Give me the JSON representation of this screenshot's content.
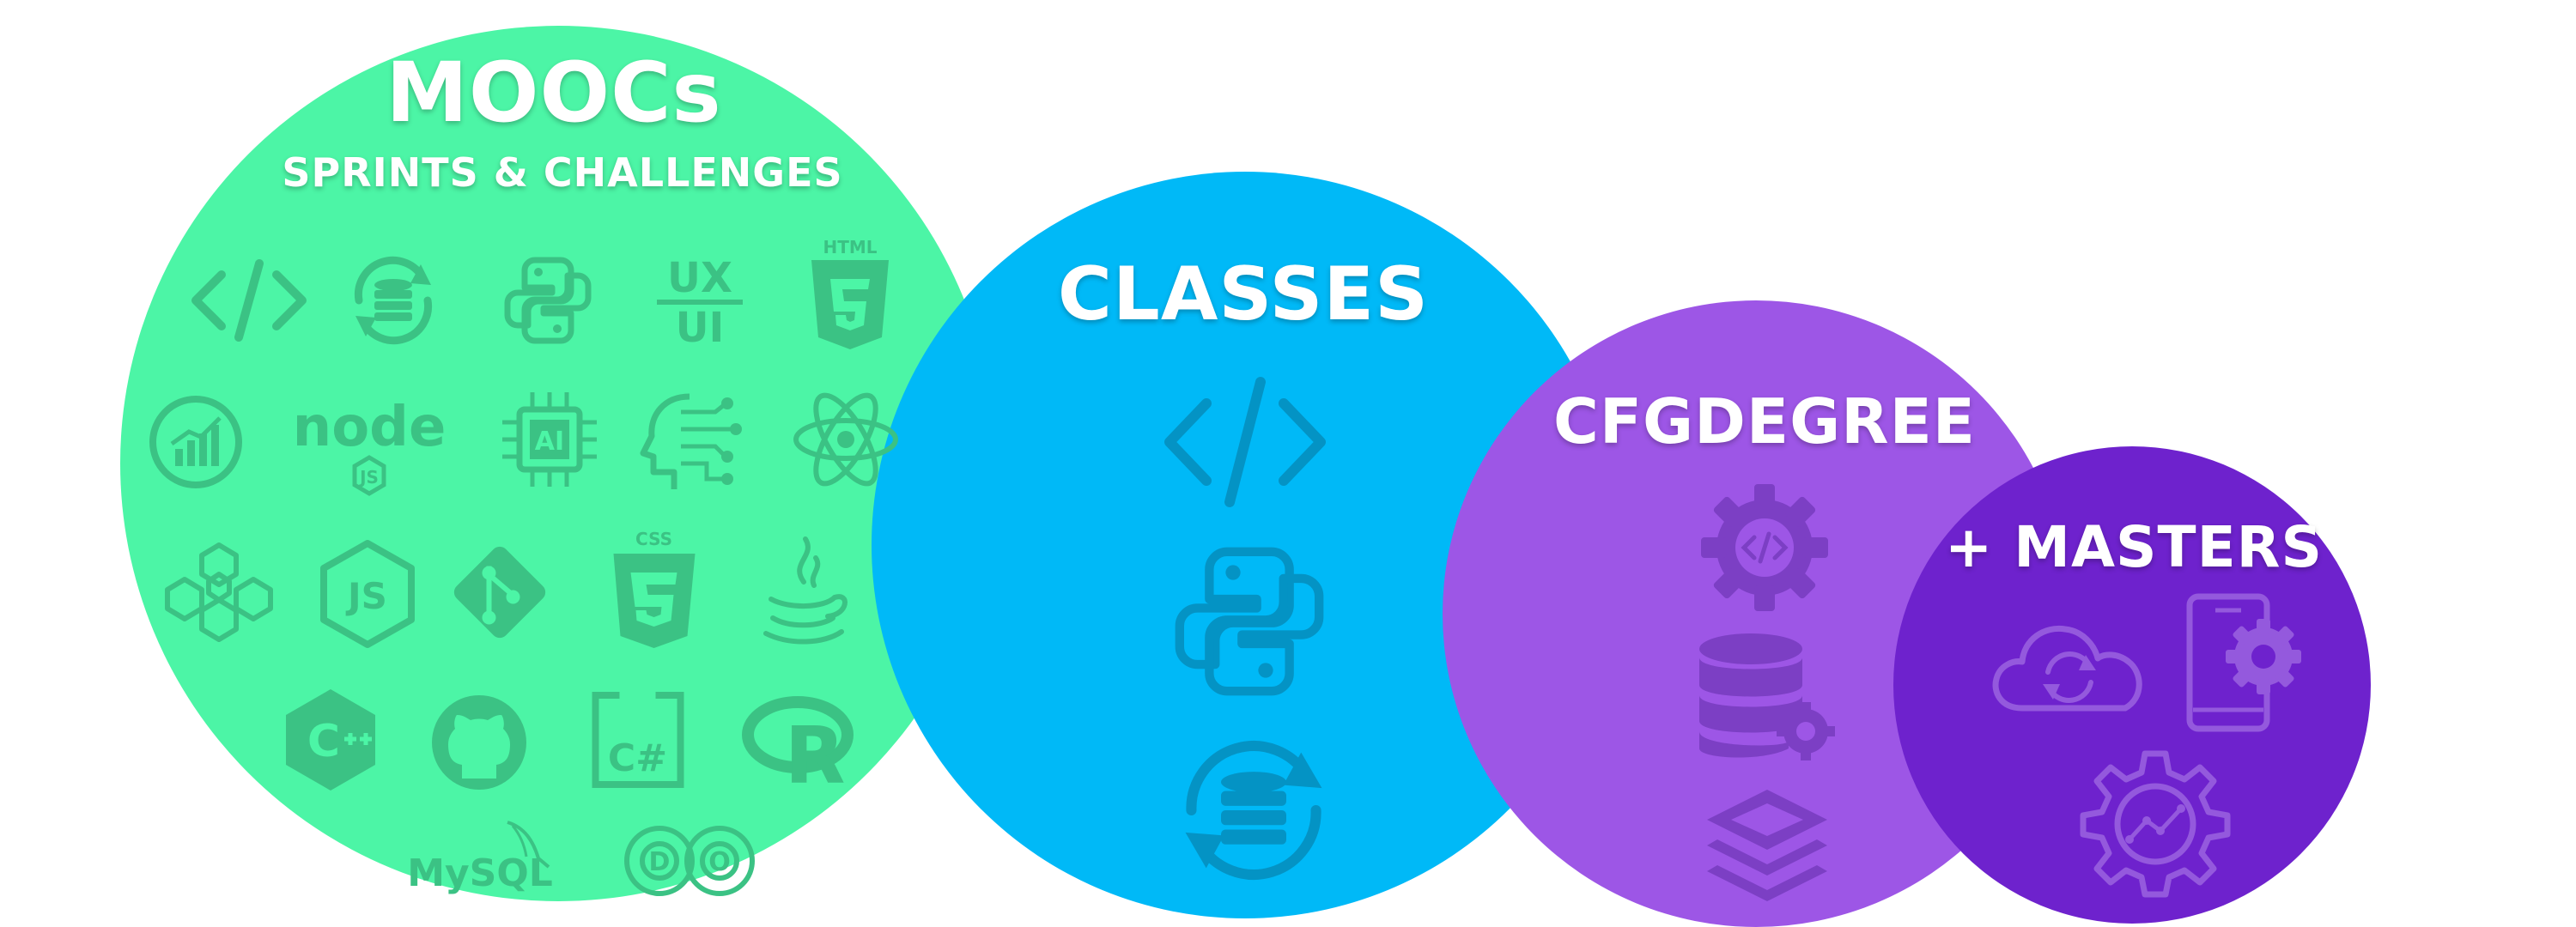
{
  "colors": {
    "moocs": "#4CF5A6",
    "classes": "#00B9F7",
    "degree": "#9D56E6",
    "masters": "#6E22CD",
    "moocs_icon": "#3BC284",
    "classes_icon": "#0493C4",
    "degree_icon": "#7C3FC4",
    "masters_icon": "#9459DD"
  },
  "moocs": {
    "title": "MOOCs",
    "subtitle": "SPRINTS & CHALLENGES",
    "icons": [
      "code-icon",
      "database-sync-icon",
      "python-icon",
      "ux-ui-icon",
      "html5-icon",
      "growth-chart-icon",
      "nodejs-icon",
      "ai-chip-icon",
      "ai-head-icon",
      "react-icon",
      "blockchain-icon",
      "javascript-icon",
      "git-icon",
      "css3-icon",
      "java-icon",
      "cplusplus-icon",
      "github-icon",
      "csharp-icon",
      "r-language-icon",
      "mysql-icon",
      "devops-icon"
    ],
    "labels": {
      "ux": "UX",
      "ui": "UI",
      "html": "HTML",
      "ai": "AI",
      "node": "node",
      "js": "JS",
      "css": "CSS",
      "cpp": "C",
      "csharp": "C#",
      "r": "R",
      "mysql": "MySQL",
      "devops_d": "D",
      "devops_o": "O"
    }
  },
  "classes": {
    "title": "CLASSES",
    "icons": [
      "code-icon",
      "python-icon",
      "database-sync-icon"
    ]
  },
  "degree": {
    "title": "CFGDEGREE",
    "icons": [
      "code-gear-icon",
      "database-gear-icon",
      "layers-icon"
    ]
  },
  "masters": {
    "title": "+ MASTERS",
    "icons": [
      "cloud-sync-icon",
      "mobile-settings-icon",
      "analytics-gear-icon"
    ]
  }
}
